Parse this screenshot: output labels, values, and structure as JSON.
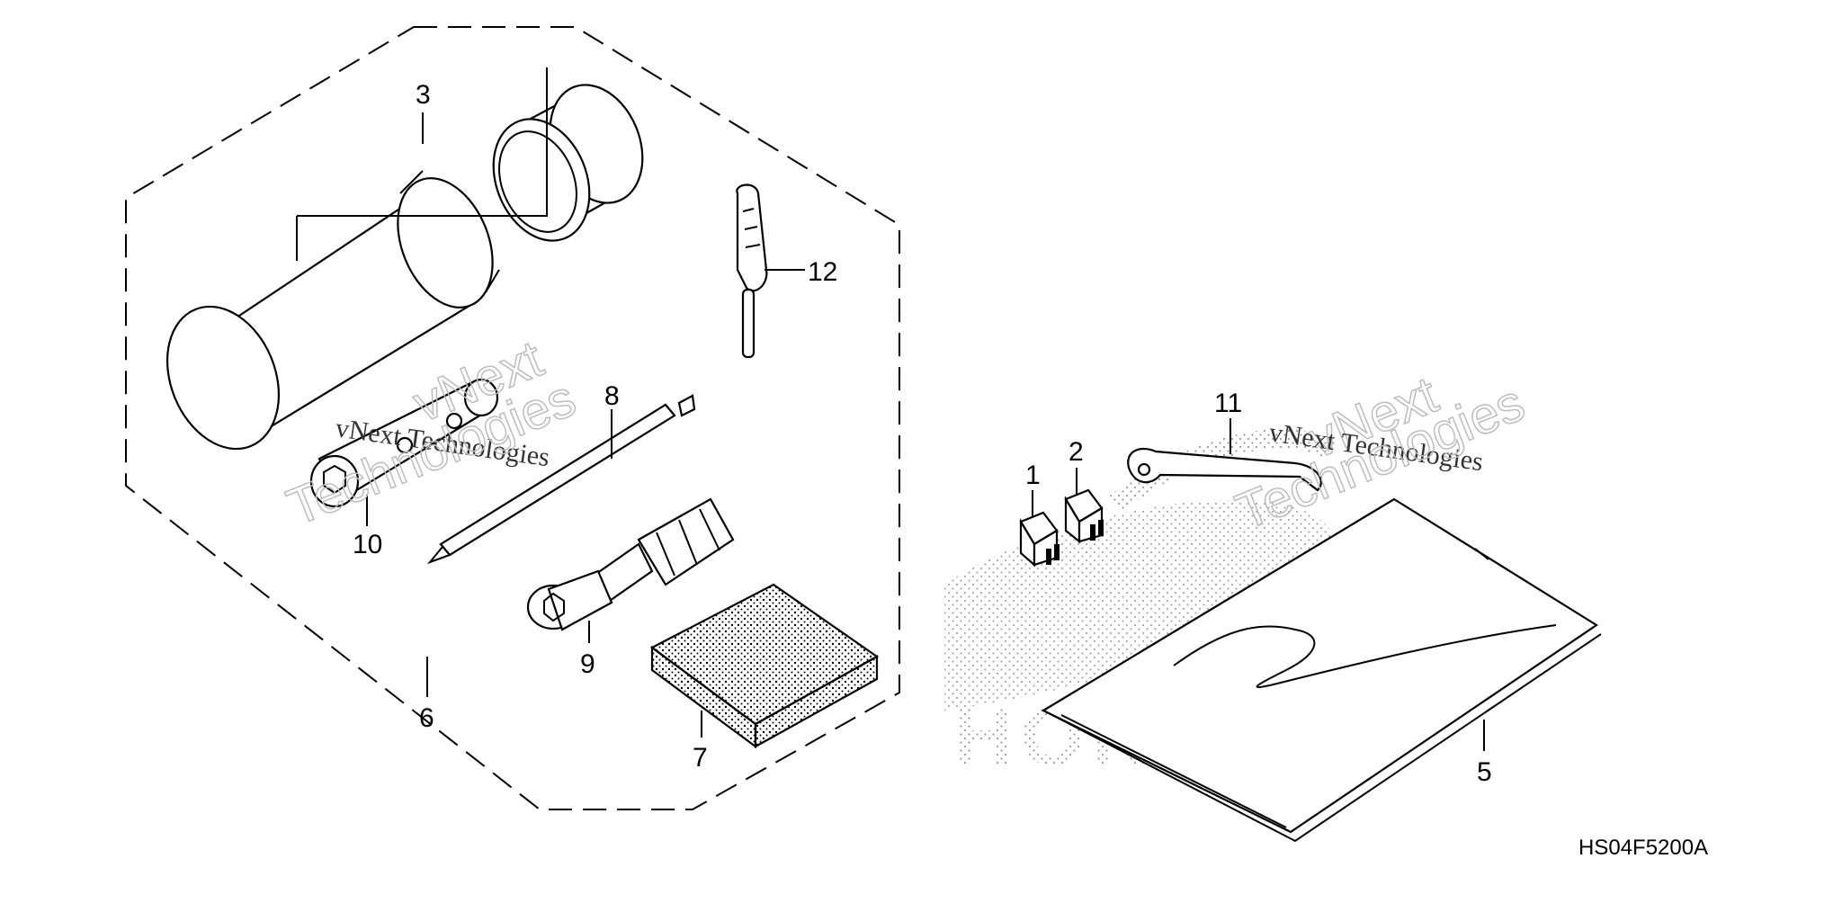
{
  "callouts": {
    "c1": "1",
    "c2": "2",
    "c3": "3",
    "c5": "5",
    "c6": "6",
    "c7": "7",
    "c8": "8",
    "c9": "9",
    "c10": "10",
    "c11": "11",
    "c12": "12"
  },
  "diagram_code": "HS04F5200A",
  "watermarks": {
    "left_line1": "vNext",
    "left_line2": "vNext Technologies",
    "left_line3": "Technologies",
    "right_line1": "vNext",
    "right_line2": "vNext Technologies",
    "right_line3": "Technologies"
  },
  "logo": {
    "text": "HONDA"
  }
}
